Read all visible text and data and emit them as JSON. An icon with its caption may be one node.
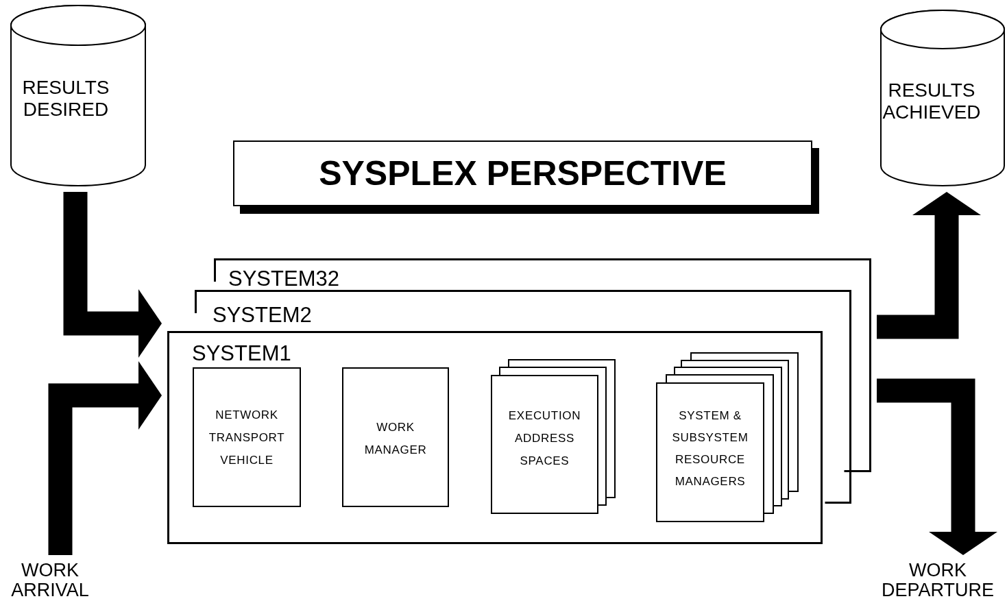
{
  "diagram": {
    "title": "SYSPLEX PERSPECTIVE",
    "nodes": [
      {
        "text": [
          "RESULTS DESIRED"
        ]
      },
      {
        "text": [
          "RESULTS ACHIEVED"
        ]
      },
      {
        "text": [
          "SYSTEM32"
        ]
      },
      {
        "text": [
          "SYSTEM2"
        ]
      },
      {
        "text": [
          "SYSTEM1"
        ]
      },
      {
        "text": [
          "NETWORK TRANSPORT VEHICLE"
        ]
      },
      {
        "text": [
          "WORK MANAGER"
        ]
      },
      {
        "text": [
          "EXECUTION ADDRESS SPACES"
        ],
        "in": 4
      },
      {
        "text": [
          "SYSTEM & SUBSYSTEM RESOURCE MANAGERS"
        ],
        "in": 4
      },
      {
        "text": [
          "WORK ARRIVAL"
        ]
      },
      {
        "text": [
          "WORK DEPARTURE"
        ]
      }
    ],
    "edges": [
      {
        "from": 0,
        "to": 4,
        "arrow": "to"
      },
      {
        "from": 9,
        "to": 4,
        "arrow": "to"
      },
      {
        "from": 2,
        "to": 1,
        "arrow": "to"
      },
      {
        "from": 2,
        "to": 10,
        "arrow": "to"
      }
    ]
  }
}
